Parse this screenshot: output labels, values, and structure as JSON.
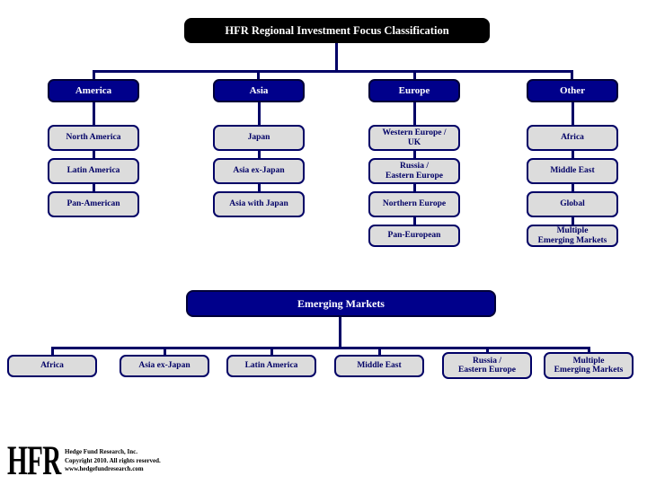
{
  "title": "HFR Regional Investment Focus Classification",
  "colors": {
    "title_bg": "#000000",
    "header_navy": "#00008B",
    "box_gray": "#DCDCDC",
    "line_navy": "#000066"
  },
  "tree": {
    "columns": [
      {
        "header": "America",
        "children": [
          "North America",
          "Latin America",
          "Pan-American"
        ]
      },
      {
        "header": "Asia",
        "children": [
          "Japan",
          "Asia ex-Japan",
          "Asia with Japan"
        ]
      },
      {
        "header": "Europe",
        "children": [
          "Western Europe /\nUK",
          "Russia /\nEastern Europe",
          "Northern Europe",
          "Pan-European"
        ]
      },
      {
        "header": "Other",
        "children": [
          "Africa",
          "Middle East",
          "Global",
          "Multiple\nEmerging Markets"
        ]
      }
    ]
  },
  "emerging_markets": {
    "header": "Emerging Markets",
    "children": [
      "Africa",
      "Asia ex-Japan",
      "Latin America",
      "Middle East",
      "Russia /\nEastern Europe",
      "Multiple\nEmerging Markets"
    ]
  },
  "footer": {
    "logo_text": "HFR",
    "lines": [
      "Hedge Fund Research, Inc.",
      "Copyright 2010.  All rights reserved.",
      "www.hedgefundresearch.com"
    ]
  }
}
